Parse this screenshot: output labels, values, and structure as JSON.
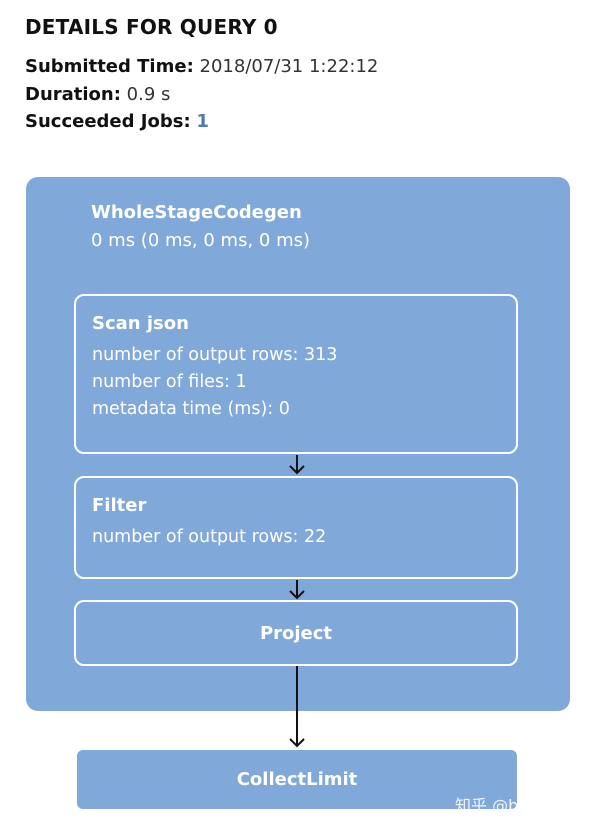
{
  "header": {
    "title": "DETAILS FOR QUERY 0",
    "submitted_label": "Submitted Time:",
    "submitted_value": "2018/07/31 1:22:12",
    "duration_label": "Duration:",
    "duration_value": "0.9 s",
    "jobs_label": "Succeeded Jobs:",
    "jobs_value": "1"
  },
  "plan": {
    "codegen": {
      "name": "WholeStageCodegen",
      "metric": "0 ms (0 ms, 0 ms, 0 ms)"
    },
    "scan": {
      "name": "Scan json",
      "metrics": [
        "number of output rows: 313",
        "number of files: 1",
        "metadata time (ms): 0"
      ]
    },
    "filter": {
      "name": "Filter",
      "metrics": [
        "number of output rows: 22"
      ]
    },
    "project": {
      "name": "Project"
    },
    "collect_limit": {
      "name": "CollectLimit"
    }
  },
  "watermark": "知乎 @bluesky",
  "colors": {
    "node_fill": "#80a8d9",
    "node_border": "#ffffff",
    "edge": "#111111",
    "link": "#4a7ab8"
  }
}
